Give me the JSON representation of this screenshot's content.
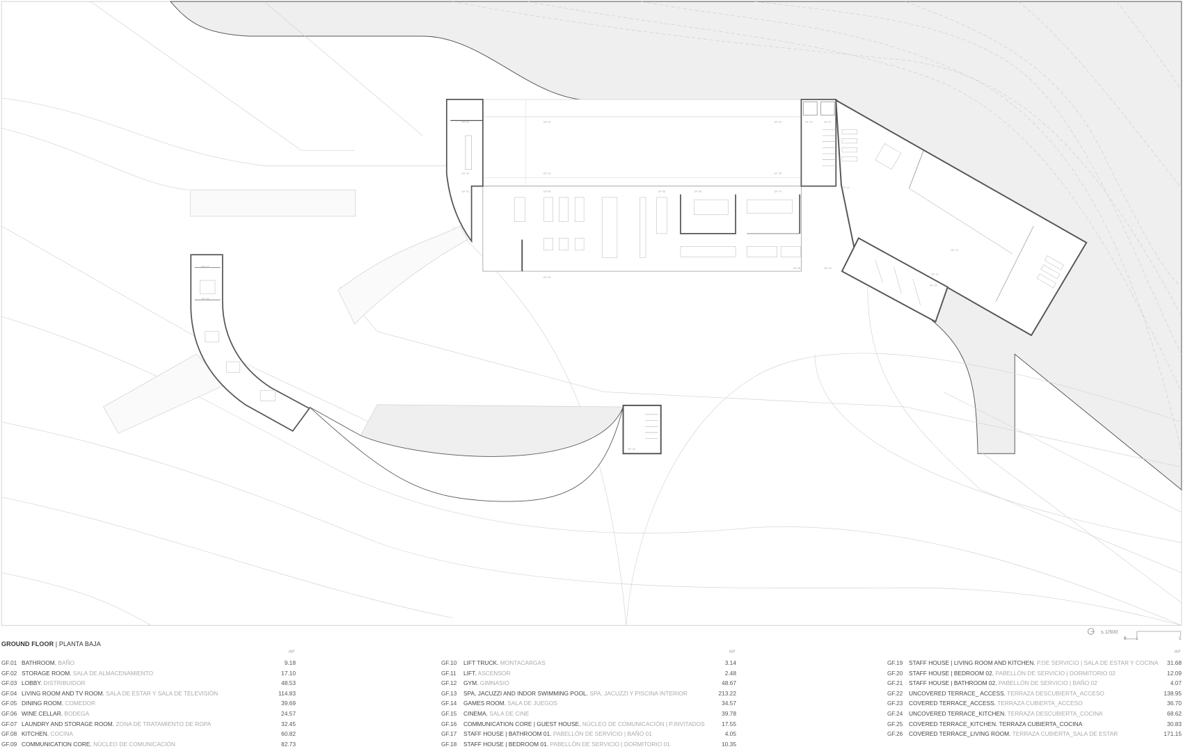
{
  "legend": {
    "title_bold": "GROUND FLOOR",
    "title_sep": " | ",
    "title_regular": "PLANTA BAJA",
    "unit": "m²",
    "columns": [
      [
        {
          "code": "GF.01",
          "name": "BATHROOM.",
          "translation": " BAÑO",
          "area": "9.18"
        },
        {
          "code": "GF.02",
          "name": "STORAGE ROOM.",
          "translation": " SALA DE ALMACENAMIENTO",
          "area": "17.10"
        },
        {
          "code": "GF.03",
          "name": "LOBBY.",
          "translation": " DISTRIBUIDOR",
          "area": "48.53"
        },
        {
          "code": "GF.04",
          "name": "LIVING ROOM AND TV ROOM.",
          "translation": " SALA DE ESTAR Y SALA DE TELEVISIÓN",
          "area": "114.83"
        },
        {
          "code": "GF.05",
          "name": "DINING ROOM.",
          "translation": " COMEDOR",
          "area": "39.69"
        },
        {
          "code": "GF.06",
          "name": "WINE CELLAR.",
          "translation": " BODEGA",
          "area": "24.57"
        },
        {
          "code": "GF.07",
          "name": "LAUNDRY AND STORAGE ROOM.",
          "translation": " ZONA DE TRATAMIENTO DE ROPA",
          "area": "32.45"
        },
        {
          "code": "GF.08",
          "name": "KITCHEN.",
          "translation": " COCINA",
          "area": "60.82"
        },
        {
          "code": "GF.09",
          "name": "COMMUNICATION CORE.",
          "translation": " NÚCLEO DE COMUNICACIÓN",
          "area": "82.73"
        }
      ],
      [
        {
          "code": "GF.10",
          "name": "LIFT TRUCK.",
          "translation": " MONTACARGAS",
          "area": "3.14"
        },
        {
          "code": "GF.11",
          "name": "LIFT.",
          "translation": " ASCENSOR",
          "area": "2.48"
        },
        {
          "code": "GF.12",
          "name": "GYM.",
          "translation": " GIMNASIO",
          "area": "48.67"
        },
        {
          "code": "GF.13",
          "name": "SPA, JACUZZI AND INDOR SWIMMING POOL.",
          "translation": " SPA, JACUZZI Y PISCINA INTERIOR",
          "area": "213.22"
        },
        {
          "code": "GF.14",
          "name": "GAMES ROOM.",
          "translation": " SALA DE JUEGOS",
          "area": "34.57"
        },
        {
          "code": "GF.15",
          "name": "CINEMA.",
          "translation": " SALA DE CINE",
          "area": "39.78"
        },
        {
          "code": "GF.16",
          "name": "COMMUNICATION CORE | GUEST HOUSE.",
          "translation": " NÚCLEO DE COMUNICACIÓN | P.INVITADOS",
          "area": "17.55"
        },
        {
          "code": "GF.17",
          "name": "STAFF HOUSE | BATHROOM 01.",
          "translation": " PABELLÓN DE SERVICIO | BAÑO 01",
          "area": "4.05"
        },
        {
          "code": "GF.18",
          "name": "STAFF HOUSE | BEDROOM 01.",
          "translation": " PABELLÓN DE SERVICIO | DORMITORIO 01",
          "area": "10.35"
        }
      ],
      [
        {
          "code": "GF.19",
          "name": "STAFF HOUSE | LIVING ROOM AND KITCHEN.",
          "translation": " P.DE SERVICIO | SALA DE ESTAR Y COCINA",
          "area": "31.68"
        },
        {
          "code": "GF.20",
          "name": "STAFF HOUSE | BEDROOM 02.",
          "translation": " PABELLÓN DE SERVICIO | DORMITORIO 02",
          "area": "12.09"
        },
        {
          "code": "GF.21",
          "name": "STAFF HOUSE | BATHROOM 02.",
          "translation": " PABELLÓN DE SERVICIO | BAÑO 02",
          "area": "4.07"
        },
        {
          "code": "GF.22",
          "name": "UNCOVERED TERRACE_ ACCESS.",
          "translation": " TERRAZA DESCUBIERTA_ACCESO",
          "area": "138.95"
        },
        {
          "code": "GF.23",
          "name": "COVERED TERRACE_ACCESS.",
          "translation": " TERRAZA CUBIERTA_ACCESO",
          "area": "36.70"
        },
        {
          "code": "GF.24",
          "name": "UNCOVERED TERRACE_KITCHEN.",
          "translation": " TERRAZA DESCUBIERTA_COCINA",
          "area": "68.62"
        },
        {
          "code": "GF.25",
          "name": "COVERED TERRACE_KITCHEN. TERRAZA CUBIERTA_COCINA",
          "translation": "",
          "area": "30.83"
        },
        {
          "code": "GF.26",
          "name": "COVERED TERRACE_LIVING ROOM.",
          "translation": " TERRAZA CUBIERTA_SALA DE ESTAR",
          "area": "171.15"
        }
      ]
    ]
  },
  "scale": {
    "label": "s.1/500",
    "ticks": [
      "0",
      "1",
      "5"
    ],
    "north_icon": "north-arrow-icon"
  },
  "plan_labels": [
    "GF 01",
    "GF 02",
    "GF 03",
    "GF 04",
    "GF 05",
    "GF 06",
    "GF 07",
    "GF 08",
    "GF 09",
    "GF 10",
    "GF 11",
    "GF 12",
    "GF 13",
    "GF 14",
    "GF 15",
    "GF 16",
    "GF 17",
    "GF 18",
    "GF 22",
    "GF 23",
    "GF 24",
    "GF 25",
    "GF 26"
  ],
  "colors": {
    "terrain": "#efefef",
    "wall": "#555555",
    "line": "#c8c8c8",
    "text_dark": "#444444",
    "text_light": "#aaaaaa"
  }
}
